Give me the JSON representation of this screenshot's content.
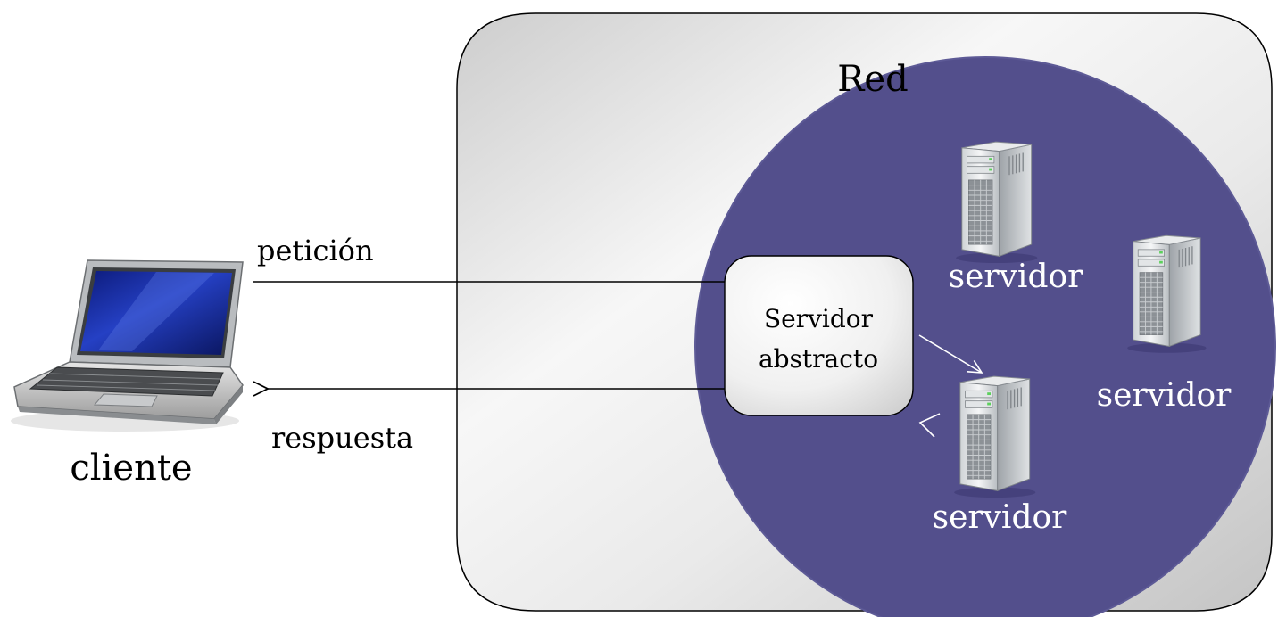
{
  "network": {
    "label": "Red"
  },
  "client": {
    "label": "cliente",
    "icon": "laptop-icon"
  },
  "arrows": {
    "request_label": "petición",
    "response_label": "respuesta"
  },
  "abstract_server": {
    "line1": "Servidor",
    "line2": "abstracto"
  },
  "servers": [
    {
      "label": "servidor",
      "icon": "server-tower-icon"
    },
    {
      "label": "servidor",
      "icon": "server-tower-icon"
    },
    {
      "label": "servidor",
      "icon": "server-tower-icon"
    }
  ],
  "colors": {
    "network_circle": "#534f8c",
    "network_circle_border": "#5d5a96",
    "panel_light": "#f4f4f4",
    "panel_dark": "#cfcfcf",
    "arrow": "#000000",
    "inner_arrow": "#ffffff",
    "screen_blue": "#1b2d9e"
  }
}
